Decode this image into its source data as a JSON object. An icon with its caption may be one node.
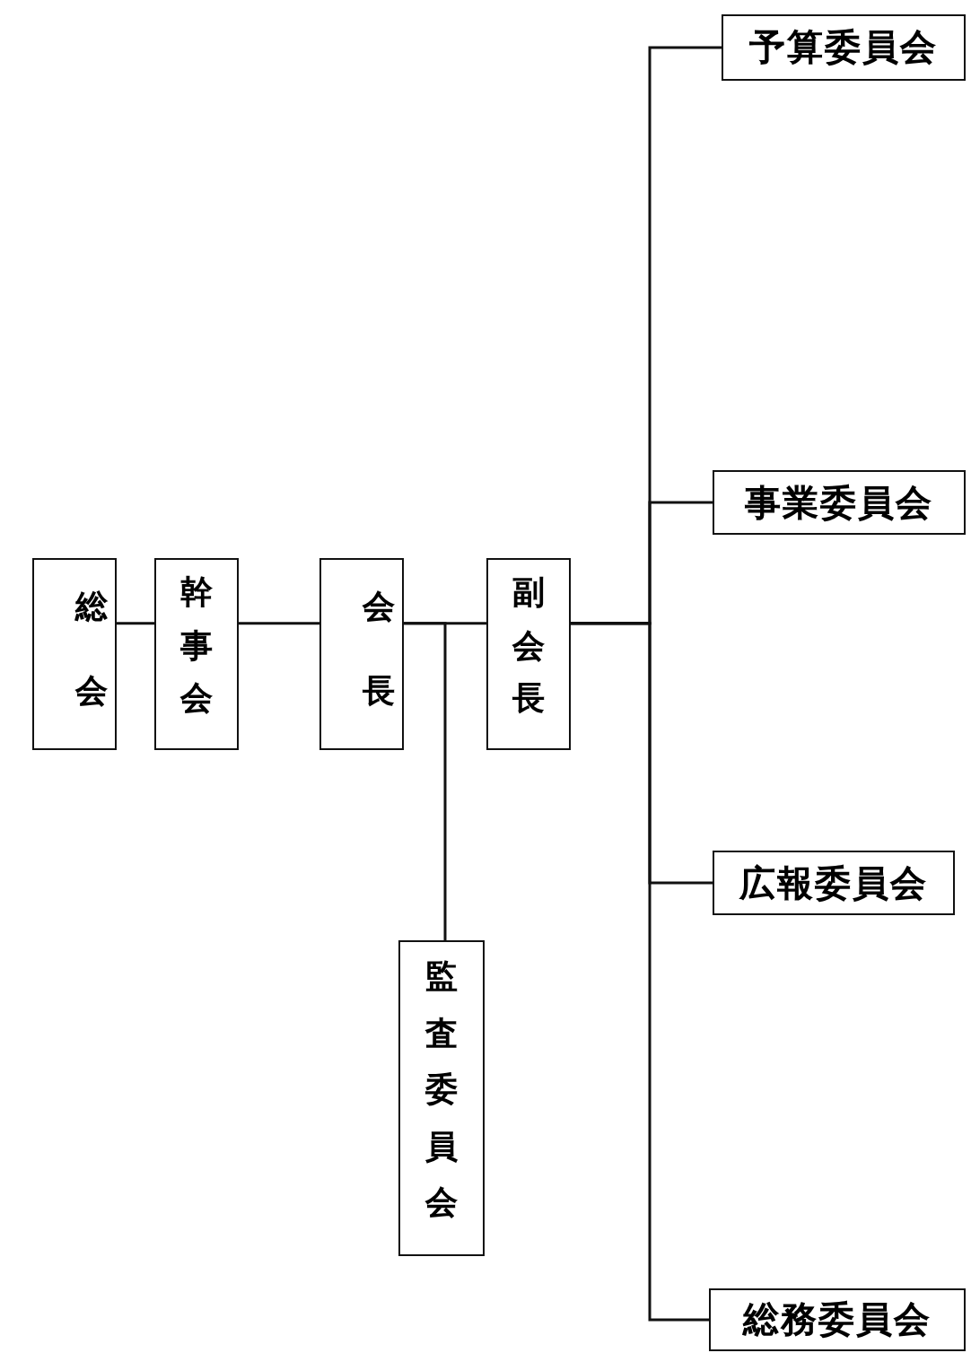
{
  "diagram": {
    "nodes": [
      {
        "text": [
          "総会"
        ]
      },
      {
        "text": [
          "幹事会"
        ]
      },
      {
        "text": [
          "会長"
        ]
      },
      {
        "text": [
          "副会長"
        ]
      },
      {
        "text": [
          "監査委員会"
        ]
      },
      {
        "text": [
          "予算委員会"
        ]
      },
      {
        "text": [
          "事業委員会"
        ]
      },
      {
        "text": [
          "広報委員会"
        ]
      },
      {
        "text": [
          "総務委員会"
        ]
      }
    ],
    "edges": [
      {
        "from": 0,
        "to": 1,
        "arrow": "none"
      },
      {
        "from": 1,
        "to": 2,
        "arrow": "none"
      },
      {
        "from": 2,
        "to": 3,
        "arrow": "none"
      },
      {
        "from": 2,
        "to": 4,
        "arrow": "none"
      },
      {
        "from": 3,
        "to": 5,
        "arrow": "none"
      },
      {
        "from": 3,
        "to": 6,
        "arrow": "none"
      },
      {
        "from": 3,
        "to": 7,
        "arrow": "none"
      },
      {
        "from": 3,
        "to": 8,
        "arrow": "none"
      }
    ]
  }
}
